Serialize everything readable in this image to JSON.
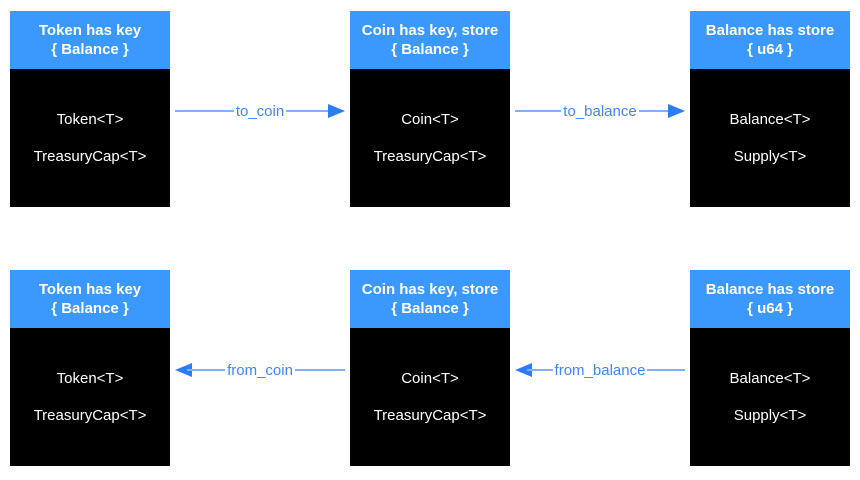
{
  "colors": {
    "background": "#ffffff",
    "header_bg": "#3b99fd",
    "body_bg": "#000000",
    "box_text": "#ffffff",
    "arrow_line": "#7fb1f8",
    "arrow_head": "#2e7cf5",
    "arrow_label": "#3f86f6"
  },
  "rows": [
    {
      "boxes": [
        {
          "title": "Token has key",
          "subtitle": "{ Balance }",
          "item1": "Token<T>",
          "item2": "TreasuryCap<T>"
        },
        {
          "title": "Coin has key, store",
          "subtitle": "{ Balance }",
          "item1": "Coin<T>",
          "item2": "TreasuryCap<T>"
        },
        {
          "title": "Balance has store",
          "subtitle": "{ u64 }",
          "item1": "Balance<T>",
          "item2": "Supply<T>"
        }
      ],
      "arrows": [
        {
          "label": "to_coin",
          "direction": "right"
        },
        {
          "label": "to_balance",
          "direction": "right"
        }
      ]
    },
    {
      "boxes": [
        {
          "title": "Token has key",
          "subtitle": "{ Balance }",
          "item1": "Token<T>",
          "item2": "TreasuryCap<T>"
        },
        {
          "title": "Coin has key, store",
          "subtitle": "{ Balance }",
          "item1": "Coin<T>",
          "item2": "TreasuryCap<T>"
        },
        {
          "title": "Balance has store",
          "subtitle": "{ u64 }",
          "item1": "Balance<T>",
          "item2": "Supply<T>"
        }
      ],
      "arrows": [
        {
          "label": "from_coin",
          "direction": "left"
        },
        {
          "label": "from_balance",
          "direction": "left"
        }
      ]
    }
  ]
}
